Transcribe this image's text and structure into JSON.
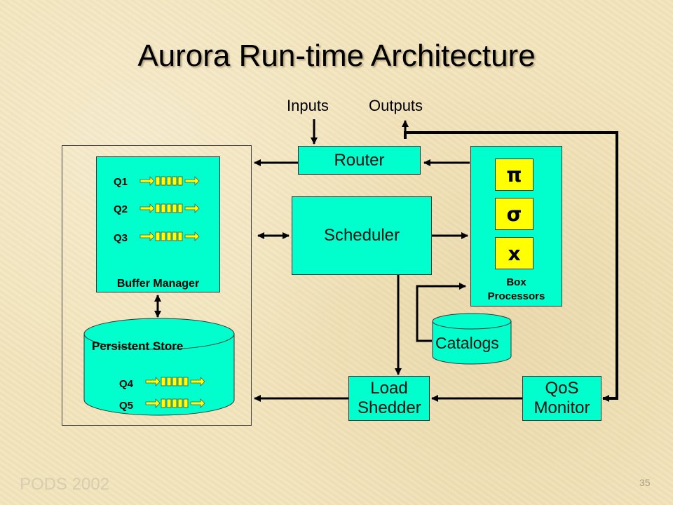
{
  "title": "Aurora Run-time Architecture",
  "labels": {
    "inputs": "Inputs",
    "outputs": "Outputs",
    "router": "Router",
    "scheduler": "Scheduler",
    "buffer_manager": "Buffer Manager",
    "persistent_store": "Persistent Store",
    "catalogs": "Catalogs",
    "load_shedder": "Load Shedder",
    "qos_monitor": "QoS Monitor",
    "box_processors": "Box Processors"
  },
  "operators": [
    "π",
    "σ",
    "x"
  ],
  "buffer_queues": [
    "Q1",
    "Q2",
    "Q3"
  ],
  "store_queues": [
    "Q4",
    "Q5"
  ],
  "footer": {
    "conference": "PODS 2002",
    "page_number": "35"
  },
  "colors": {
    "component": "#00ffcc",
    "operator": "#ffff00",
    "queue_arrow": "#ffff00"
  }
}
